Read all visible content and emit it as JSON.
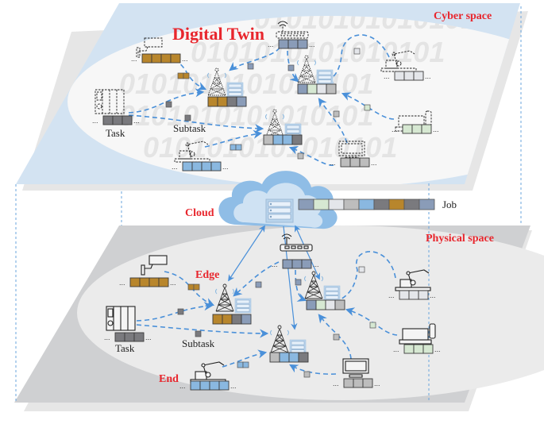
{
  "diagram": {
    "title": "Digital Twin",
    "layers": {
      "cyber": {
        "label": "Cyber space",
        "color": "#d3e3f2",
        "shadow": "#e6e6e6",
        "ellipse": "#f7f7f7"
      },
      "physical": {
        "label": "Physical space",
        "color": "#cfd0d2",
        "shadow": "#e6e6e6",
        "ellipse": "#ebebeb"
      }
    },
    "labels": {
      "cloud": "Cloud",
      "edge": "Edge",
      "end": "End",
      "job": "Job",
      "task_cyber": "Task",
      "subtask_cyber": "Subtask",
      "task_physical": "Task",
      "subtask_physical": "Subtask",
      "ellipsis": "..."
    },
    "binary_text": "0101010101010101",
    "colors": {
      "flow": "#4a90d9",
      "gold": "#b8862c",
      "dark_gray": "#7a7a7e",
      "steel_blue": "#8a9cb8",
      "light_green": "#d6e8d2",
      "pale": "#e4e6ea",
      "silver": "#bdbdbd",
      "sky_blue": "#8ab8e0",
      "cloud_outer": "#8fbde6",
      "cloud_inner": "#cfe2f3",
      "label_red": "#e8262d"
    },
    "job_queue": [
      "steel_blue",
      "light_green",
      "pale",
      "silver",
      "sky_blue",
      "dark_gray",
      "gold",
      "dark_gray",
      "steel_blue"
    ],
    "devices": {
      "cyber": [
        {
          "name": "twin-camera",
          "queue": [
            "gold",
            "gold",
            "gold",
            "gold"
          ]
        },
        {
          "name": "twin-plc",
          "queue": [
            "dark_gray",
            "dark_gray",
            "dark_gray"
          ]
        },
        {
          "name": "twin-robot-arm",
          "queue": [
            "sky_blue",
            "sky_blue",
            "sky_blue",
            "sky_blue"
          ]
        },
        {
          "name": "twin-router",
          "queue": [
            "steel_blue",
            "steel_blue",
            "steel_blue"
          ]
        },
        {
          "name": "twin-robot-arm-2",
          "queue": [
            "pale",
            "pale",
            "pale"
          ]
        },
        {
          "name": "twin-3d-printer",
          "queue": [
            "light_green",
            "light_green",
            "light_green"
          ]
        },
        {
          "name": "twin-monitor",
          "queue": [
            "silver",
            "silver",
            "silver"
          ]
        }
      ],
      "physical": [
        {
          "name": "camera",
          "queue": [
            "gold",
            "gold",
            "gold",
            "gold"
          ]
        },
        {
          "name": "plc",
          "queue": [
            "dark_gray",
            "dark_gray",
            "dark_gray"
          ]
        },
        {
          "name": "robot-arm",
          "queue": [
            "sky_blue",
            "sky_blue",
            "sky_blue",
            "sky_blue"
          ]
        },
        {
          "name": "router",
          "queue": [
            "steel_blue",
            "steel_blue",
            "steel_blue"
          ]
        },
        {
          "name": "robot-arm-2",
          "queue": [
            "pale",
            "pale",
            "pale"
          ]
        },
        {
          "name": "3d-printer",
          "queue": [
            "light_green",
            "light_green",
            "light_green"
          ]
        },
        {
          "name": "monitor",
          "queue": [
            "silver",
            "silver",
            "silver"
          ]
        }
      ]
    },
    "edge_servers": {
      "cyber": [
        {
          "name": "twin-edge-server-1",
          "queue": [
            "gold",
            "gold",
            "dark_gray",
            "steel_blue"
          ]
        },
        {
          "name": "twin-edge-server-2",
          "queue": [
            "steel_blue",
            "light_green",
            "pale",
            "silver"
          ]
        },
        {
          "name": "twin-edge-server-3",
          "queue": [
            "silver",
            "sky_blue",
            "sky_blue",
            "dark_gray"
          ]
        }
      ],
      "physical": [
        {
          "name": "edge-server-1",
          "queue": [
            "gold",
            "gold",
            "dark_gray",
            "steel_blue"
          ]
        },
        {
          "name": "edge-server-2",
          "queue": [
            "steel_blue",
            "light_green",
            "pale",
            "silver"
          ]
        },
        {
          "name": "edge-server-3",
          "queue": [
            "silver",
            "sky_blue",
            "sky_blue",
            "dark_gray"
          ]
        }
      ]
    }
  }
}
